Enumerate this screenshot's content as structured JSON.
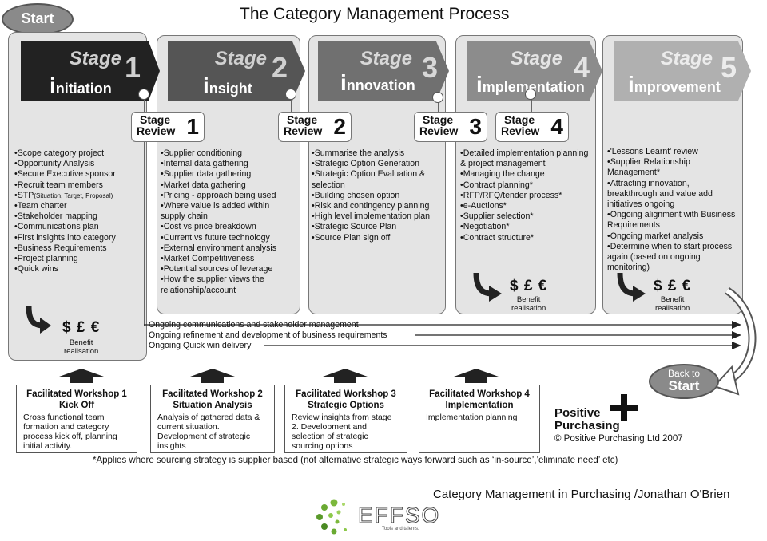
{
  "title": "The Category Management Process",
  "start_label": "Start",
  "stages": [
    {
      "stage_word": "Stage",
      "number": "1",
      "initial": "i",
      "rest": "nitiation",
      "color": "#222222",
      "stage_color": "#d0d0d0"
    },
    {
      "stage_word": "Stage",
      "number": "2",
      "initial": "i",
      "rest": "nsight",
      "color": "#555555",
      "stage_color": "#d0d0d0"
    },
    {
      "stage_word": "Stage",
      "number": "3",
      "initial": "i",
      "rest": "nnovation",
      "color": "#707070",
      "stage_color": "#d8d8d8"
    },
    {
      "stage_word": "Stage",
      "number": "4",
      "initial": "i",
      "rest": "mplementation",
      "color": "#8c8c8c",
      "stage_color": "#e4e4e4"
    },
    {
      "stage_word": "Stage",
      "number": "5",
      "initial": "i",
      "rest": "mprovement",
      "color": "#b0b0b0",
      "stage_color": "#ececec"
    }
  ],
  "reviews": [
    {
      "line1": "Stage",
      "line2": "Review",
      "number": "1"
    },
    {
      "line1": "Stage",
      "line2": "Review",
      "number": "2"
    },
    {
      "line1": "Stage",
      "line2": "Review",
      "number": "3"
    },
    {
      "line1": "Stage",
      "line2": "Review",
      "number": "4"
    }
  ],
  "col1": [
    "Scope category project",
    "Opportunity Analysis",
    "Secure Executive sponsor",
    "Recruit team members"
  ],
  "col1_stp": "STP",
  "col1_stp_small": "(Situation, Target, Proposal)",
  "col1_rest": [
    "Team charter",
    "Stakeholder mapping",
    "Communications plan",
    "First insights into category",
    "Business Requirements",
    "Project planning",
    "Quick wins"
  ],
  "col2": [
    "Supplier conditioning",
    "Internal data gathering",
    "Supplier data gathering",
    "Market data gathering",
    "Pricing - approach being used",
    "Where value is added within supply chain",
    "Cost vs price breakdown",
    "Current vs future technology",
    "External environment analysis",
    "Market Competitiveness",
    "Potential sources of leverage",
    "How the supplier views the relationship/account"
  ],
  "col3": [
    "Summarise the analysis",
    "Strategic Option Generation",
    "Strategic Option Evaluation & selection",
    "Building chosen option",
    "Risk and contingency planning",
    "High level implementation plan",
    "Strategic Source Plan",
    "Source Plan sign off"
  ],
  "col4": [
    "Detailed implementation planning & project management",
    "Managing the change",
    "Contract planning*",
    "RFP/RFQ/tender process*",
    "e-Auctions*",
    "Supplier selection*",
    "Negotiation*",
    "Contract structure*"
  ],
  "col5": [
    "'Lessons Learnt' review",
    "Supplier Relationship Management*",
    "Attracting innovation, breakthrough and value add initiatives ongoing",
    "Ongoing alignment with Business Requirements",
    "Ongoing market analysis",
    "Determine when to start process again (based on ongoing monitoring)"
  ],
  "benefit": {
    "symbols": "$ £ €",
    "label_line1": "Benefit",
    "label_line2": "realisation"
  },
  "ongoing": [
    "Ongoing communications and stakeholder management",
    "Ongoing refinement and development of business requirements",
    "Ongoing Quick win delivery"
  ],
  "workshops": [
    {
      "title_line1": "Facilitated Workshop 1",
      "title_line2": "Kick Off",
      "body": "Cross functional team formation and category process kick off, planning initial activity."
    },
    {
      "title_line1": "Facilitated Workshop 2",
      "title_line2": "Situation Analysis",
      "body": "Analysis of gathered data & current situation. Development of strategic insights"
    },
    {
      "title_line1": "Facilitated Workshop 3",
      "title_line2": "Strategic Options",
      "body": "Review insights from stage 2. Development and selection of strategic sourcing options"
    },
    {
      "title_line1": "Facilitated Workshop 4",
      "title_line2": "Implementation",
      "body": "Implementation planning"
    }
  ],
  "back_to": "Back to",
  "back_start": "Start",
  "brand": {
    "line1": "Positive",
    "line2": "Purchasing",
    "copyright": "© Positive Purchasing Ltd 2007"
  },
  "footnote": "*Applies where sourcing strategy is supplier based (not alternative strategic ways forward such as ‘in-source’,’eliminate need’ etc)",
  "credit": "Category Management in Purchasing /Jonathan O'Brien",
  "effso": {
    "name": "EFFSO",
    "tagline": "Tools and talents."
  }
}
